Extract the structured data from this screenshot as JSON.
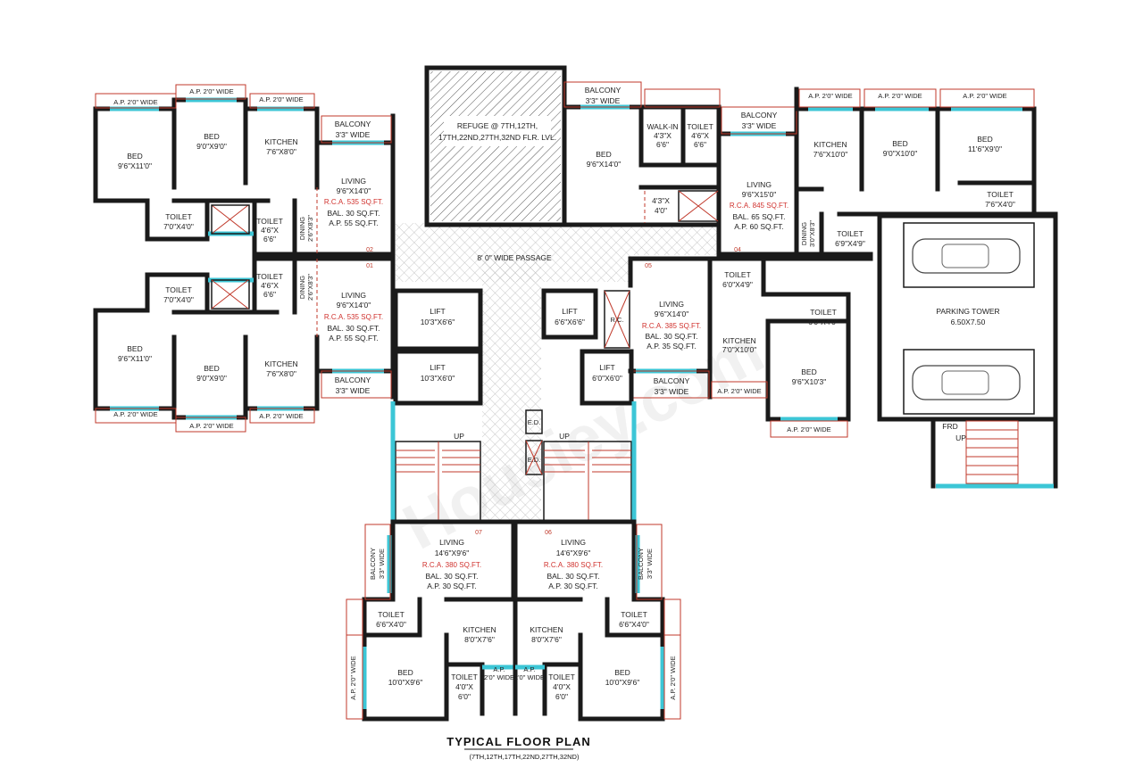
{
  "title": "TYPICAL FLOOR PLAN",
  "subtitle": "(7TH,12TH,17TH,22ND,27TH,32ND)",
  "watermark": "Housiey.com",
  "colors": {
    "wall": "#1a1a1a",
    "window": "#3cc6d6",
    "dimension": "#c0392b",
    "area_text": "#d0312d"
  },
  "labels": {
    "ap2": "A.P. 2'0\" WIDE",
    "ap2_vertical": "A.P. 2'0\" WIDE",
    "ap": "A.P.",
    "ap_2w": "2'0\" WIDE",
    "balcony": "BALCONY",
    "w33": "3'3\" WIDE",
    "bed": "BED",
    "kitchen": "KITCHEN",
    "living": "LIVING",
    "toilet": "TOILET",
    "dining": "DINING",
    "walkin": "WALK-IN",
    "lift": "LIFT",
    "up": "UP",
    "frd": "FRD",
    "rc": "R.C.",
    "ed": "E.D.",
    "passage": "8' 0\" WIDE PASSAGE",
    "refuge_1": "REFUGE @ 7TH,12TH,",
    "refuge_2": "17TH,22ND,27TH,32ND FLR. LVL.",
    "parking_1": "PARKING TOWER",
    "parking_2": "6.50X7.50"
  },
  "dims": {
    "bed_96x110": "9'6\"X11'0\"",
    "bed_90x90": "9'0\"X9'0\"",
    "kitchen_76x80": "7'6\"X8'0\"",
    "living_96x140": "9'6\"X14'0\"",
    "toilet_70x40": "7'0\"X4'0\"",
    "toilet_46": "4'6\"X",
    "toilet_66": "6'6\"",
    "dining_26x83": "2'6\"X8'3\"",
    "walkin_43": "4'3\"X",
    "walkin_66": "6'6\"",
    "shaft_43": "4'3\"X",
    "shaft_40": "4'0\"",
    "bed_96x140": "9'6\"X14'0\"",
    "living_96x150": "9'6\"X15'0\"",
    "kitchen_76x100": "7'6\"X10'0\"",
    "bed_90x100": "9'0\"X10'0\"",
    "bed_116x90": "11'6\"X9'0\"",
    "toilet_76x40": "7'6\"X4'0\"",
    "toilet_69x49": "6'9\"X4'9\"",
    "dining_30x83": "3'0\"X8'3\"",
    "lift_103x66": "10'3\"X6'6\"",
    "lift_103x60": "10'3\"X6'0\"",
    "lift_66x66": "6'6\"X6'6\"",
    "lift_60x60": "6'0\"X6'0\"",
    "toilet_60x49": "6'0\"X4'9\"",
    "toilet_60x40": "6'0\"X4'0\"",
    "kitchen_70x100": "7'0\"X10'0\"",
    "bed_96x103": "9'6\"X10'3\"",
    "living_146x96": "14'6\"X9'6\"",
    "toilet_66x40": "6'6\"X4'0\"",
    "kitchen_80x76": "8'0\"X7'6\"",
    "bed_100x96": "10'0\"X9'6\"",
    "toilet_40": "4'0\"X",
    "toilet_60": "6'0\""
  },
  "units": [
    {
      "no": "01",
      "rca": "R.C.A. 535 SQ.FT.",
      "bal": "BAL. 30 SQ.FT.",
      "ap": "A.P. 55 SQ.FT."
    },
    {
      "no": "02",
      "rca": "R.C.A. 535 SQ.FT.",
      "bal": "BAL. 30 SQ.FT.",
      "ap": "A.P. 55 SQ.FT."
    },
    {
      "no": "04",
      "rca": "R.C.A. 845 SQ.FT.",
      "bal": "BAL. 65 SQ.FT.",
      "ap": "A.P. 60 SQ.FT."
    },
    {
      "no": "05",
      "rca": "R.C.A. 385 SQ.FT.",
      "bal": "BAL. 30 SQ.FT.",
      "ap": "A.P. 35 SQ.FT."
    },
    {
      "no": "06",
      "rca": "R.C.A. 380 SQ.FT.",
      "bal": "BAL. 30 SQ.FT.",
      "ap": "A.P. 30 SQ.FT."
    },
    {
      "no": "07",
      "rca": "R.C.A. 380 SQ.FT.",
      "bal": "BAL. 30 SQ.FT.",
      "ap": "A.P. 30 SQ.FT."
    }
  ]
}
